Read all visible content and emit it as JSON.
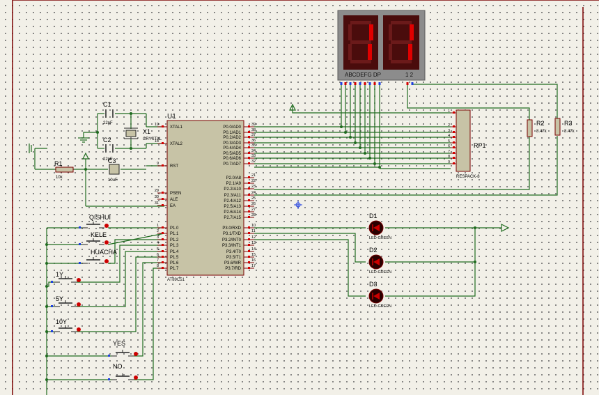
{
  "display": {
    "digits": [
      "1",
      "1"
    ],
    "pin_labels": "ABCDEFG  DP",
    "digit_labels": "1 2"
  },
  "mcu": {
    "ref": "U1",
    "part": "AT89C51",
    "left_pins": [
      {
        "num": "19",
        "name": "XTAL1"
      },
      {
        "num": "18",
        "name": "XTAL2"
      },
      {
        "num": "9",
        "name": "RST"
      },
      {
        "num": "29",
        "name": "PSEN"
      },
      {
        "num": "30",
        "name": "ALE"
      },
      {
        "num": "31",
        "name": "EA"
      },
      {
        "num": "1",
        "name": "P1.0"
      },
      {
        "num": "2",
        "name": "P1.1"
      },
      {
        "num": "3",
        "name": "P1.2"
      },
      {
        "num": "4",
        "name": "P1.3"
      },
      {
        "num": "5",
        "name": "P1.4"
      },
      {
        "num": "6",
        "name": "P1.5"
      },
      {
        "num": "7",
        "name": "P1.6"
      },
      {
        "num": "8",
        "name": "P1.7"
      }
    ],
    "right_pins": [
      {
        "num": "39",
        "name": "P0.0/AD0"
      },
      {
        "num": "38",
        "name": "P0.1/AD1"
      },
      {
        "num": "37",
        "name": "P0.2/AD2"
      },
      {
        "num": "36",
        "name": "P0.3/AD3"
      },
      {
        "num": "35",
        "name": "P0.4/AD4"
      },
      {
        "num": "34",
        "name": "P0.5/AD5"
      },
      {
        "num": "33",
        "name": "P0.6/AD6"
      },
      {
        "num": "32",
        "name": "P0.7/AD7"
      },
      {
        "num": "21",
        "name": "P2.0/A8"
      },
      {
        "num": "22",
        "name": "P2.1/A9"
      },
      {
        "num": "23",
        "name": "P2.2/A10"
      },
      {
        "num": "24",
        "name": "P2.3/A11"
      },
      {
        "num": "25",
        "name": "P2.4/A12"
      },
      {
        "num": "26",
        "name": "P2.5/A13"
      },
      {
        "num": "27",
        "name": "P2.6/A14"
      },
      {
        "num": "28",
        "name": "P2.7/A15"
      },
      {
        "num": "10",
        "name": "P3.0/RXD"
      },
      {
        "num": "11",
        "name": "P3.1/TXD"
      },
      {
        "num": "12",
        "name": "P3.2/INT0"
      },
      {
        "num": "13",
        "name": "P3.3/INT1"
      },
      {
        "num": "14",
        "name": "P3.4/T0"
      },
      {
        "num": "15",
        "name": "P3.5/T1"
      },
      {
        "num": "16",
        "name": "P3.6/WR"
      },
      {
        "num": "17",
        "name": "P3.7/RD"
      }
    ]
  },
  "components": {
    "c1": {
      "ref": "C1",
      "value": "22pF"
    },
    "c2": {
      "ref": "C2",
      "value": "22pF"
    },
    "c3": {
      "ref": "C3",
      "value": "10uF"
    },
    "x1": {
      "ref": "X1",
      "value": "CRYSTAL"
    },
    "r1": {
      "ref": "R1",
      "value": "10k"
    },
    "r2": {
      "ref": "R2",
      "value": "8.47k"
    },
    "r3": {
      "ref": "R3",
      "value": "8.47k"
    },
    "rp1": {
      "ref": "RP1",
      "value": "RESPACK-8",
      "pins": [
        "1",
        "2",
        "3",
        "4",
        "5",
        "6",
        "7",
        "8",
        "9"
      ]
    }
  },
  "buttons": [
    {
      "label": "QISHUI"
    },
    {
      "label": "KELE"
    },
    {
      "label": "HUACHA"
    },
    {
      "label": "1Y"
    },
    {
      "label": "5Y"
    },
    {
      "label": "10Y"
    },
    {
      "label": "YES"
    },
    {
      "label": "NO"
    }
  ],
  "leds": [
    {
      "ref": "D1",
      "value": "LED-GREEN"
    },
    {
      "ref": "D2",
      "value": "LED-GREEN"
    },
    {
      "ref": "D3",
      "value": "LED-GREEN"
    }
  ],
  "colors": {
    "wire": "#1f6b1f",
    "body": "#c7c3a6",
    "outline": "#7a0000",
    "led": "#cc0000",
    "pin_red": "#d40000",
    "pin_blue": "#2040e0"
  }
}
